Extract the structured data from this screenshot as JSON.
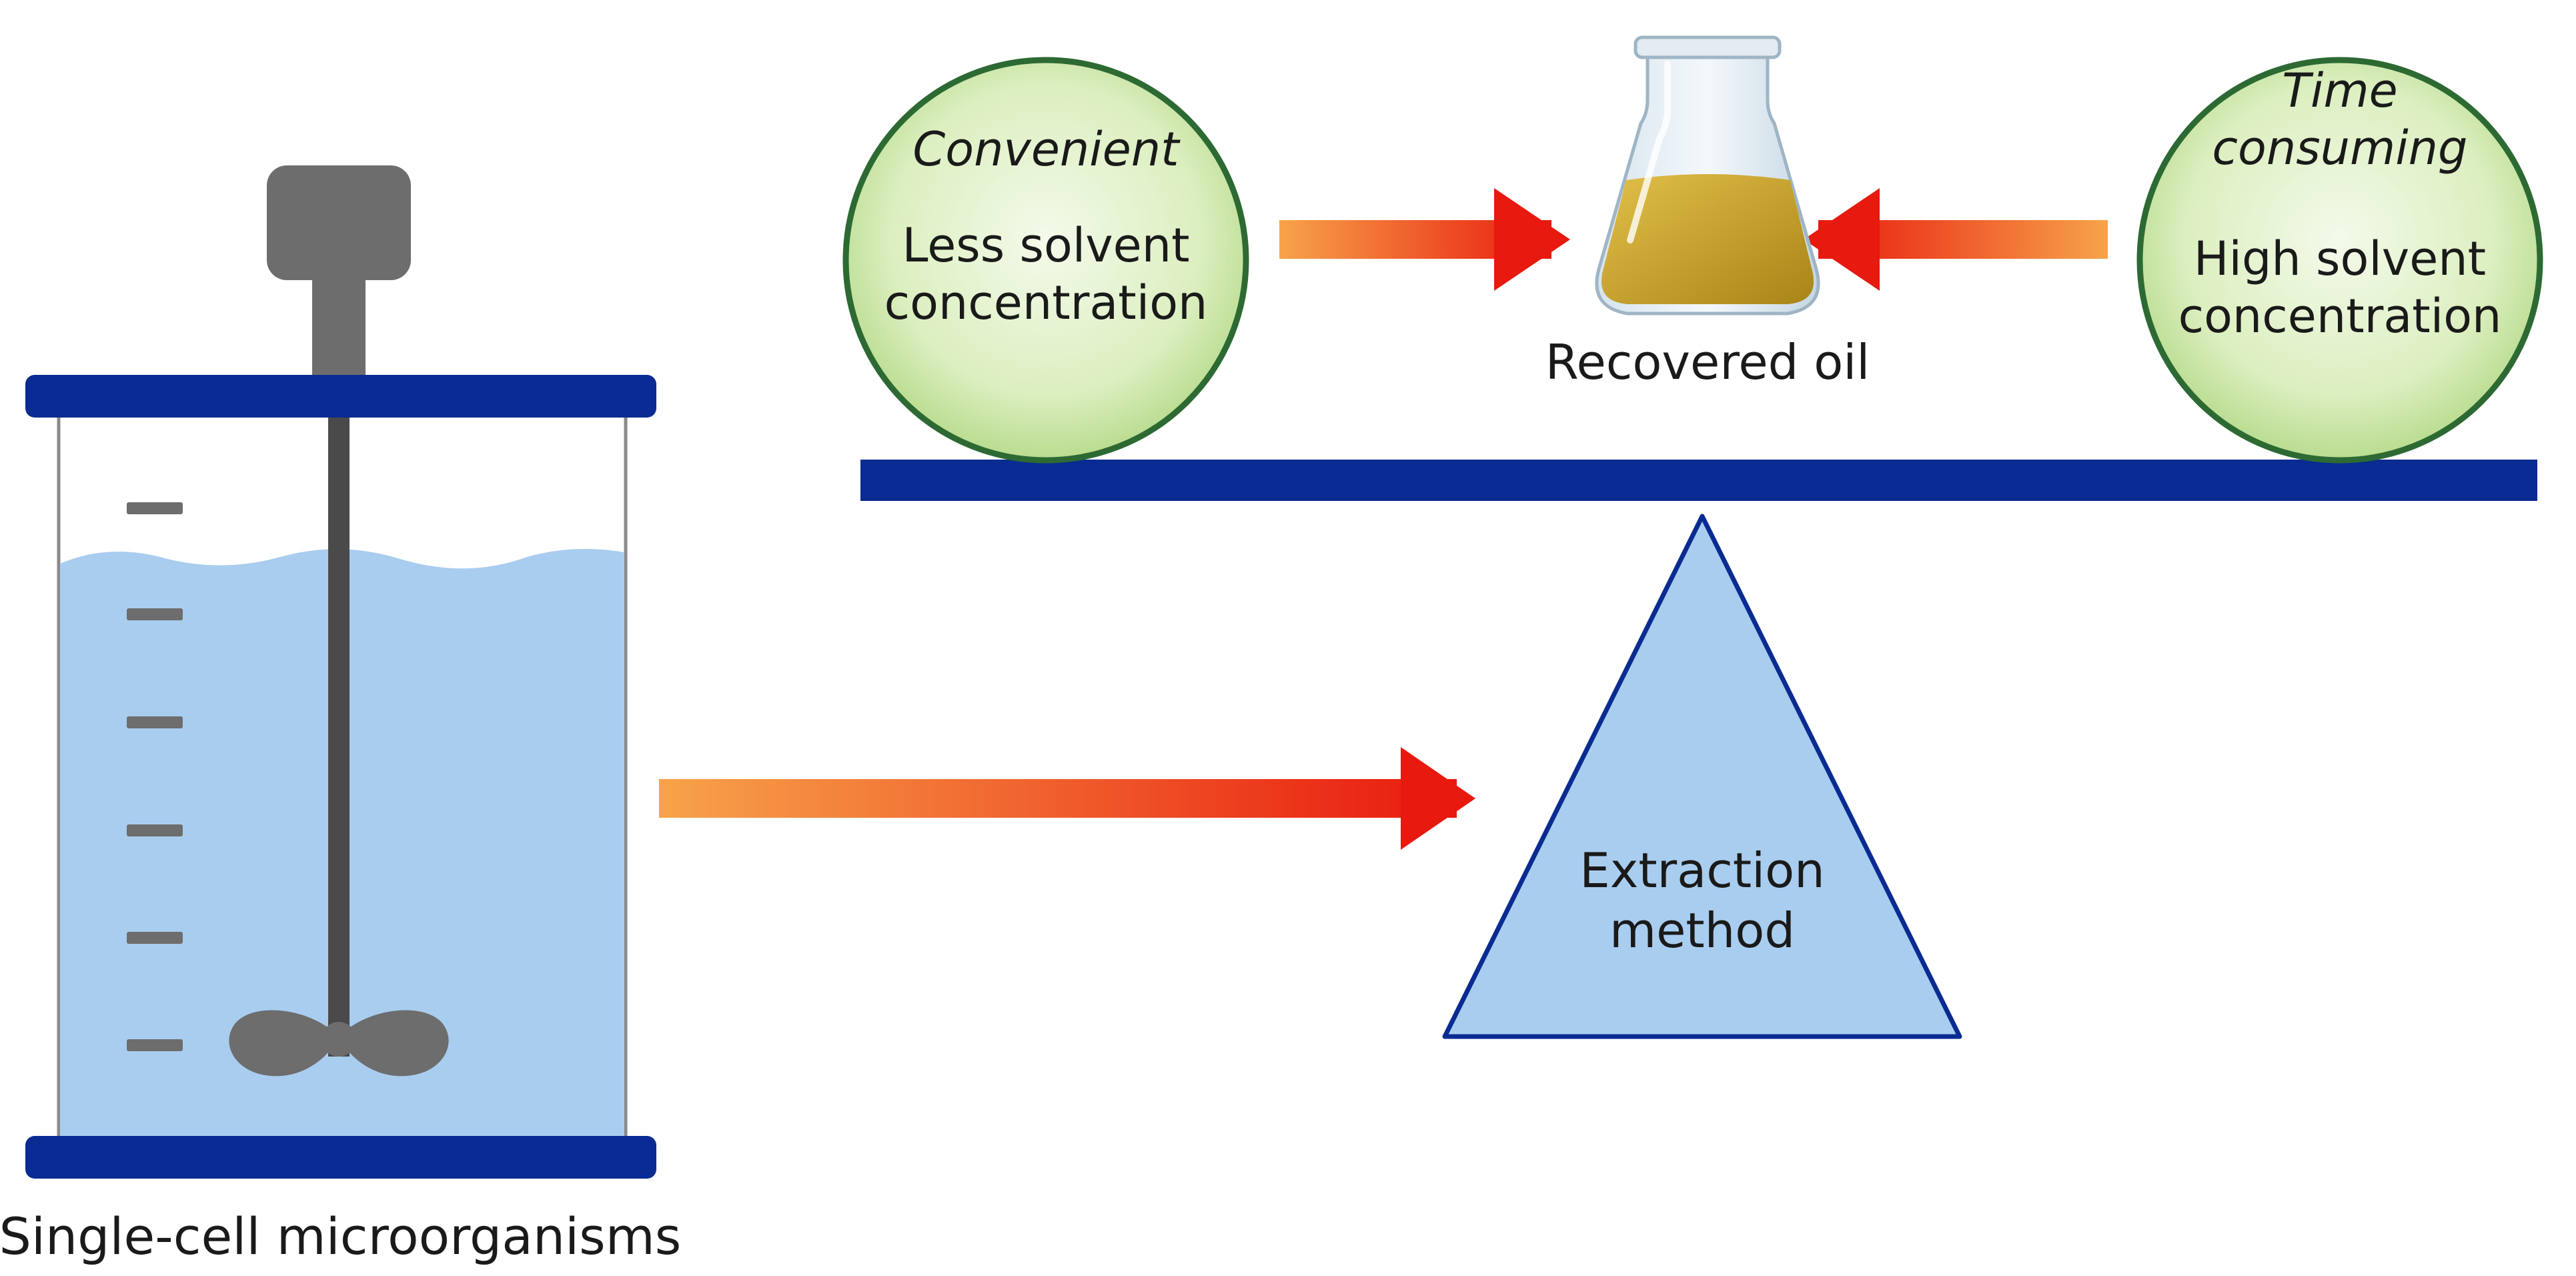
{
  "bioreactor": {
    "label": "Single-cell microorganisms"
  },
  "balance": {
    "fulcrum_label": [
      "Extraction",
      "method"
    ]
  },
  "left_option": {
    "heading": "Convenient",
    "detail": [
      "Less solvent",
      "concentration"
    ]
  },
  "right_option": {
    "heading": [
      "Time",
      "consuming"
    ],
    "detail": [
      "High solvent",
      "concentration"
    ]
  },
  "product": {
    "label": "Recovered oil"
  },
  "colors": {
    "navy": "#0a2b91",
    "liquid": "#a9cdef",
    "metal": "#6d6d6d",
    "circle_fill": "#dcefc0",
    "circle_stroke": "#2d6a33",
    "arrow_start": "#f7a34a",
    "arrow_end": "#e8190e",
    "oil": "#c9a12a"
  }
}
